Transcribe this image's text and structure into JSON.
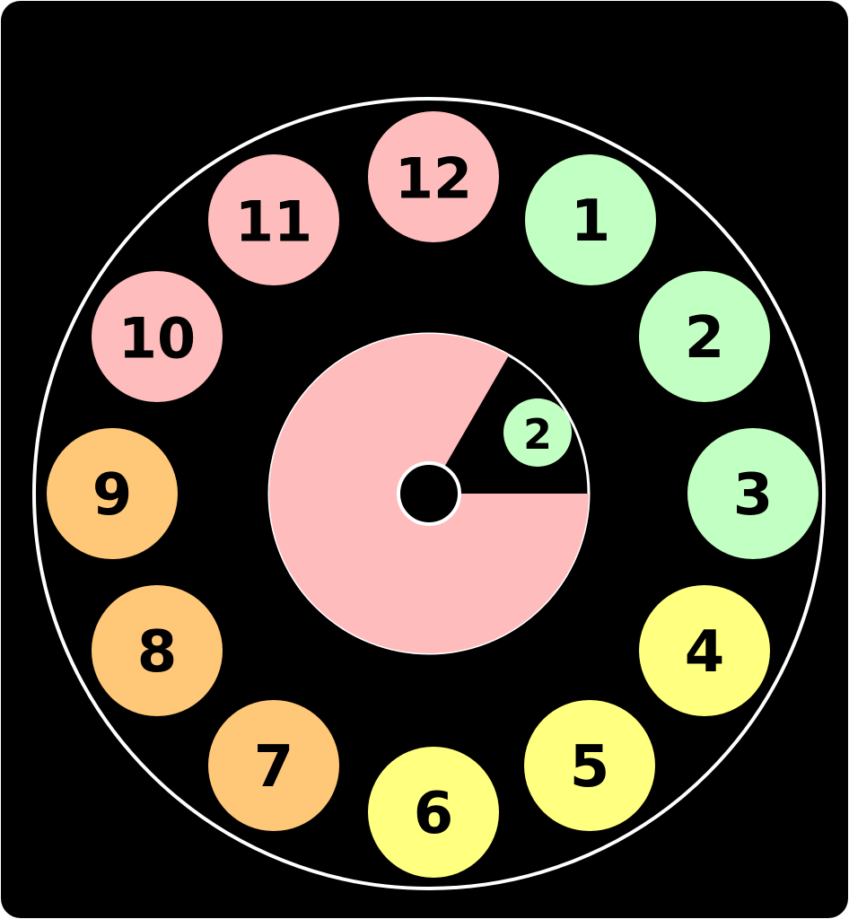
{
  "colors": {
    "background": "#000000",
    "ring": "#ffffff",
    "remaining": "#ffbcbc",
    "hub": "#000000",
    "red_group": "#ffbcbc",
    "green_group": "#c2ffc2",
    "yellow_group": "#ffff80",
    "orange_group": "#ffc878"
  },
  "hours": [
    {
      "label": "12",
      "color": "#ffbcbc"
    },
    {
      "label": "1",
      "color": "#c2ffc2"
    },
    {
      "label": "2",
      "color": "#c2ffc2"
    },
    {
      "label": "3",
      "color": "#c2ffc2"
    },
    {
      "label": "4",
      "color": "#ffff80"
    },
    {
      "label": "5",
      "color": "#ffff80"
    },
    {
      "label": "6",
      "color": "#ffff80"
    },
    {
      "label": "7",
      "color": "#ffc878"
    },
    {
      "label": "8",
      "color": "#ffc878"
    },
    {
      "label": "9",
      "color": "#ffc878"
    },
    {
      "label": "10",
      "color": "#ffbcbc"
    },
    {
      "label": "11",
      "color": "#ffbcbc"
    }
  ],
  "timer": {
    "elapsed_hours": 2,
    "label": "2",
    "label_color": "#c2ffc2"
  }
}
